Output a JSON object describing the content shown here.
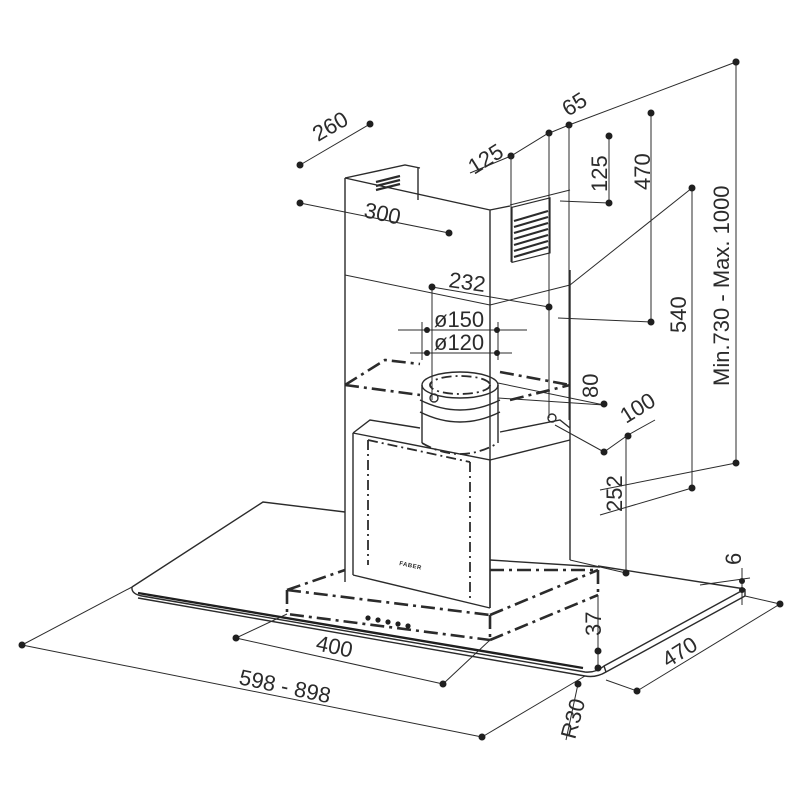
{
  "brand_label": "FABER",
  "dimensions": {
    "chimney_depth": "260",
    "chimney_width": "300",
    "vent_offset_a": "125",
    "vent_offset_b": "65",
    "vent_offset_c": "125",
    "vent_height": "470",
    "outlet_offset": "232",
    "outlet_diameter_outer": "ø150",
    "outlet_diameter_inner": "ø120",
    "total_height": "Min.730 - Max. 1000",
    "chimney_to_outlet": "540",
    "outlet_rise": "80",
    "outlet_depth": "100",
    "body_height": "252",
    "glass_thickness": "6",
    "control_bar_height": "37",
    "control_width": "400",
    "hood_depth": "470",
    "hood_width": "598 - 898",
    "corner_radius": "R30"
  }
}
